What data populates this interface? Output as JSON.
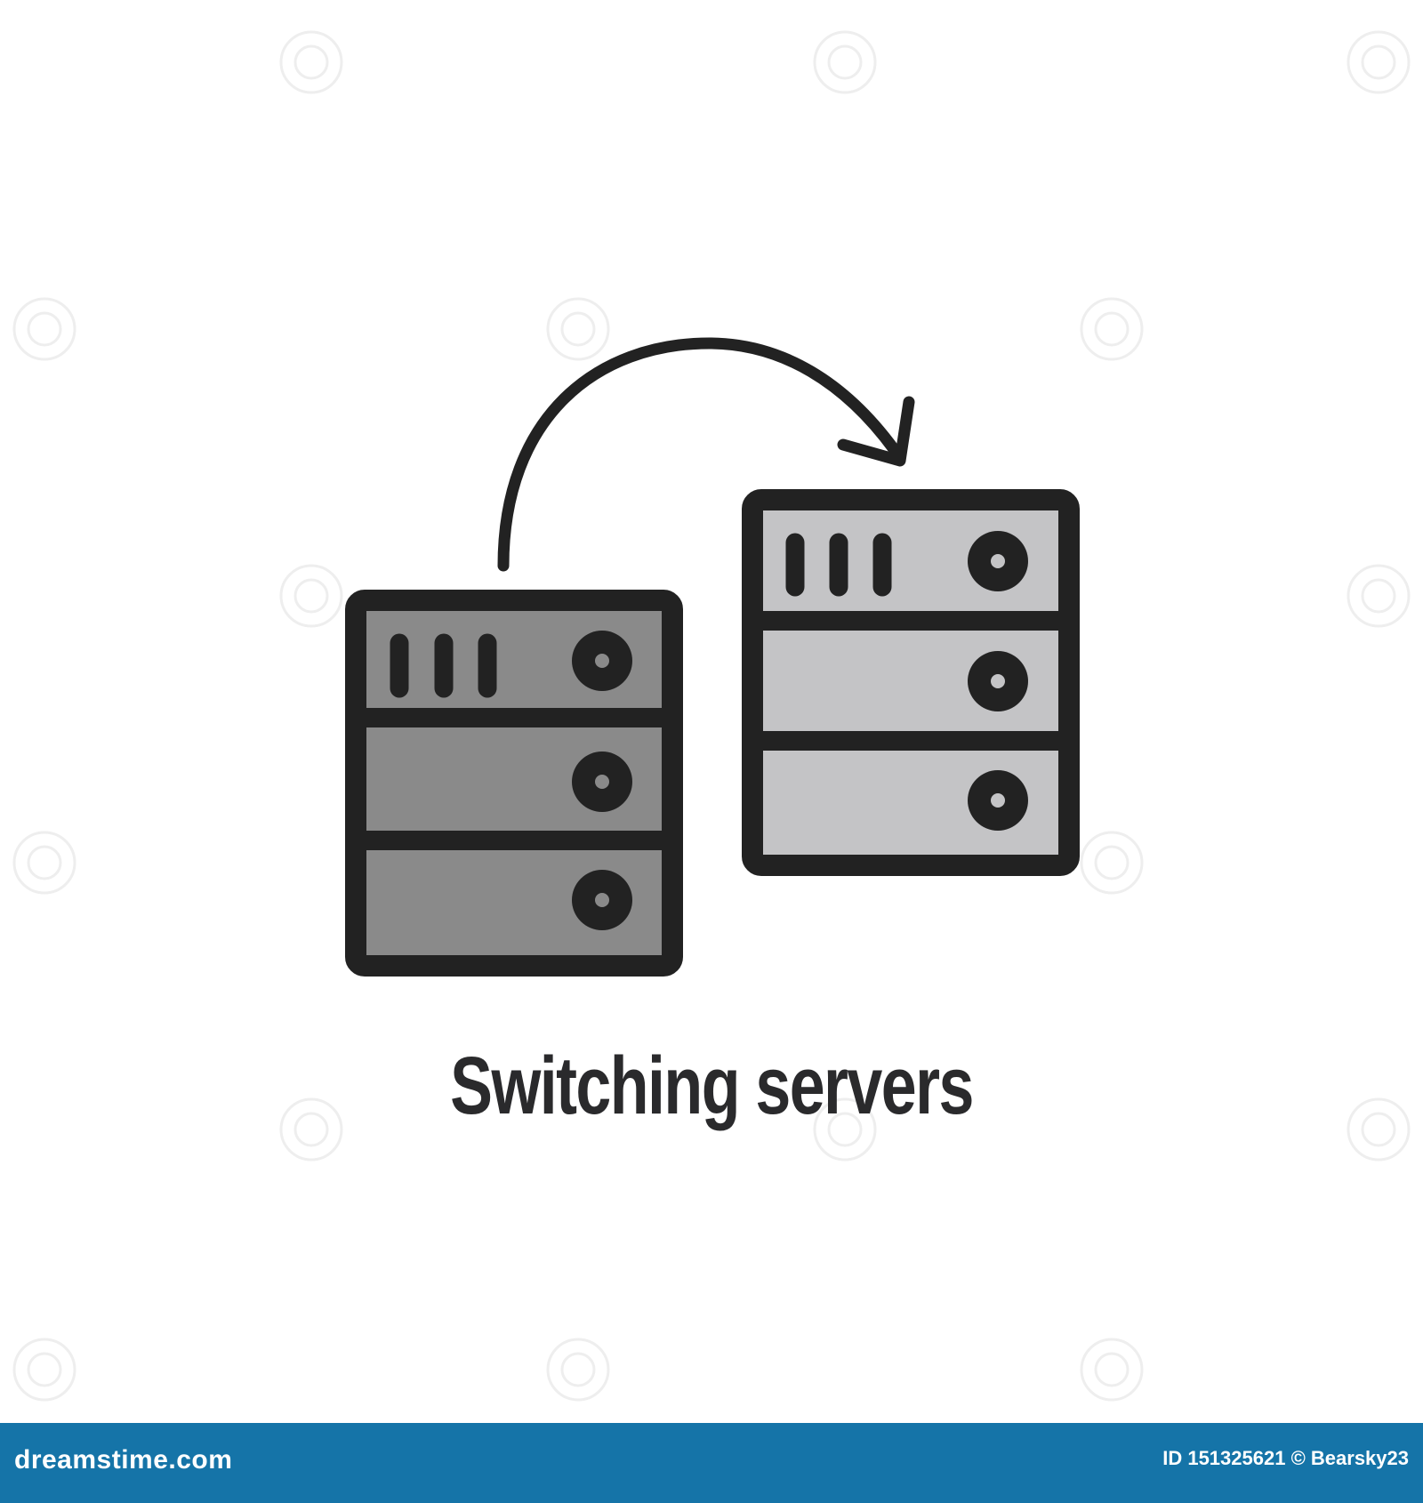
{
  "caption": "Switching servers",
  "footer": {
    "logo": "dreamstime.com",
    "image_id": "ID 151325621",
    "credit": "© Bearsky23"
  },
  "icons": {
    "source": "server-icon",
    "target": "server-icon",
    "transfer": "curved-arrow-icon"
  },
  "colors": {
    "outline": "#222222",
    "source_fill": "#8a8a8a",
    "target_fill": "#c4c4c6",
    "caption": "#2a2a2c",
    "footer_bg": "#1574a8"
  }
}
